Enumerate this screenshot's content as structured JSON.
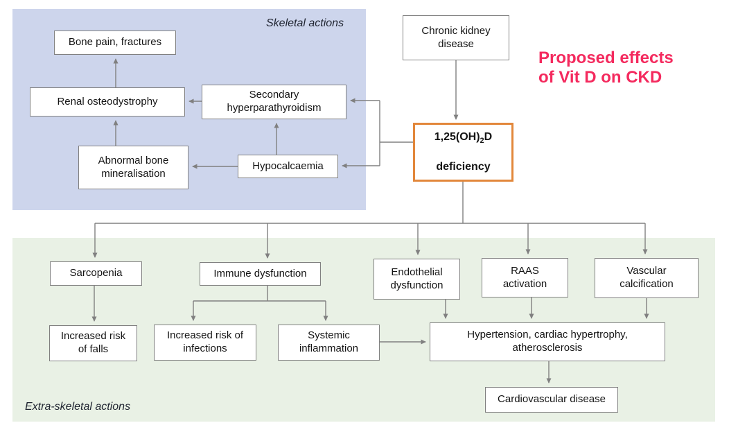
{
  "title": {
    "text": "Proposed effects\nof Vit D on CKD",
    "color": "#f42a5e"
  },
  "regions": {
    "skeletal": {
      "label": "Skeletal actions",
      "bg_color": "#cdd5ec"
    },
    "extra_skeletal": {
      "label": "Extra-skeletal actions",
      "bg_color": "#e9f1e5"
    }
  },
  "nodes": {
    "chronic_kidney_disease": {
      "label": "Chronic kidney\ndisease"
    },
    "deficiency": {
      "pre": "1,25(OH)",
      "sub": "2",
      "post": "D",
      "line2": "deficiency",
      "border_color": "#e2873b"
    },
    "bone_pain": {
      "label": "Bone pain, fractures"
    },
    "renal_osteodystrophy": {
      "label": "Renal osteodystrophy"
    },
    "secondary_hyperparathyroidism": {
      "label": "Secondary\nhyperparathyroidism"
    },
    "abnormal_bone_mineralisation": {
      "label": "Abnormal bone\nmineralisation"
    },
    "hypocalcaemia": {
      "label": "Hypocalcaemia"
    },
    "sarcopenia": {
      "label": "Sarcopenia"
    },
    "immune_dysfunction": {
      "label": "Immune dysfunction"
    },
    "endothelial_dysfunction": {
      "label": "Endothelial\ndysfunction"
    },
    "raas_activation": {
      "label": "RAAS\nactivation"
    },
    "vascular_calcification": {
      "label": "Vascular\ncalcification"
    },
    "increased_risk_of_falls": {
      "label": "Increased risk\nof falls"
    },
    "increased_risk_of_infections": {
      "label": "Increased risk of\ninfections"
    },
    "systemic_inflammation": {
      "label": "Systemic\ninflammation"
    },
    "hypertension": {
      "label": "Hypertension, cardiac hypertrophy,\natherosclerosis"
    },
    "cardiovascular_disease": {
      "label": "Cardiovascular disease"
    }
  },
  "style": {
    "connector_color": "#808080",
    "box_border_color": "#808080"
  }
}
